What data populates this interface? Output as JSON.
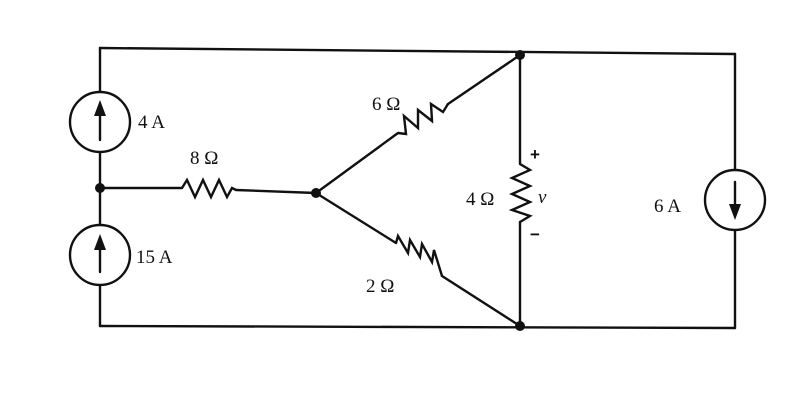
{
  "sources": {
    "top_left": "4 A",
    "bottom_left": "15 A",
    "right": "6 A"
  },
  "resistors": {
    "horizontal": "8 Ω",
    "upper_diagonal": "6 Ω",
    "lower_diagonal": "2 Ω",
    "vertical": "4 Ω"
  },
  "voltage": {
    "plus": "+",
    "minus": "−",
    "symbol": "v"
  }
}
